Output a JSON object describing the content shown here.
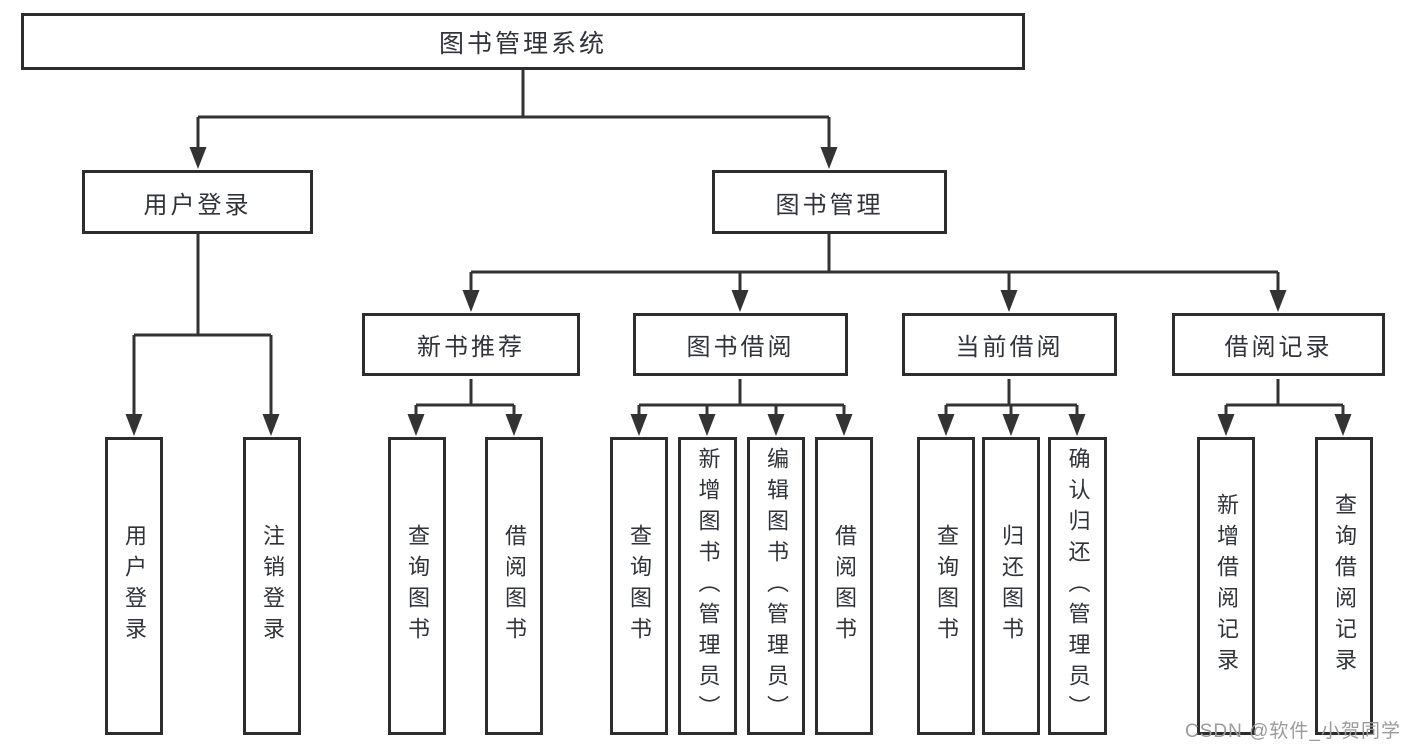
{
  "diagram": {
    "root": {
      "label": "图书管理系统"
    },
    "user_login_branch": {
      "label": "用户登录",
      "children": {
        "user_login": {
          "label": "用户登录"
        },
        "logout": {
          "label": "注销登录"
        }
      }
    },
    "book_mgmt_branch": {
      "label": "图书管理",
      "children": {
        "new_book_rec": {
          "label": "新书推荐",
          "children": {
            "query_books": {
              "label": "查询图书"
            },
            "borrow_books": {
              "label": "借阅图书"
            }
          }
        },
        "book_borrow": {
          "label": "图书借阅",
          "children": {
            "query_books": {
              "label": "查询图书"
            },
            "add_books": {
              "label": "新增图书（管理员）"
            },
            "edit_books": {
              "label": "编辑图书（管理员）"
            },
            "borrow_books": {
              "label": "借阅图书"
            }
          }
        },
        "current_borrow": {
          "label": "当前借阅",
          "children": {
            "query_books": {
              "label": "查询图书"
            },
            "return_books": {
              "label": "归还图书"
            },
            "confirm_return": {
              "label": "确认归还（管理员）"
            }
          }
        },
        "borrow_records": {
          "label": "借阅记录",
          "children": {
            "add_record": {
              "label": "新增借阅记录"
            },
            "query_record": {
              "label": "查询借阅记录"
            }
          }
        }
      }
    }
  },
  "watermark": {
    "label": "CSDN @软件_小贺同学"
  },
  "colors": {
    "line": "#333333",
    "border": "#2d2d2d",
    "text": "#30333a",
    "watermark": "#9b9b9b",
    "background": "#ffffff"
  }
}
